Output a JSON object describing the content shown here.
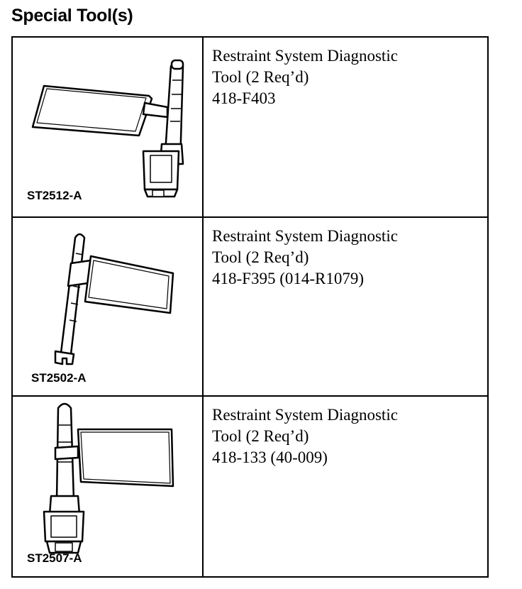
{
  "heading": "Special Tool(s)",
  "tools": [
    {
      "code": "ST2512-A",
      "name_line1": "Restraint System Diagnostic",
      "name_line2": "Tool (2 Req’d)",
      "part_number": "418-F403",
      "icon": "diagnostic-connector-upright-icon"
    },
    {
      "code": "ST2502-A",
      "name_line1": "Restraint System Diagnostic",
      "name_line2": "Tool (2 Req’d)",
      "part_number": "418-F395 (014-R1079)",
      "icon": "diagnostic-connector-angled-icon"
    },
    {
      "code": "ST2507-A",
      "name_line1": "Restraint System Diagnostic",
      "name_line2": "Tool (2 Req’d)",
      "part_number": "418-133 (40-009)",
      "icon": "diagnostic-connector-plug-icon"
    }
  ]
}
